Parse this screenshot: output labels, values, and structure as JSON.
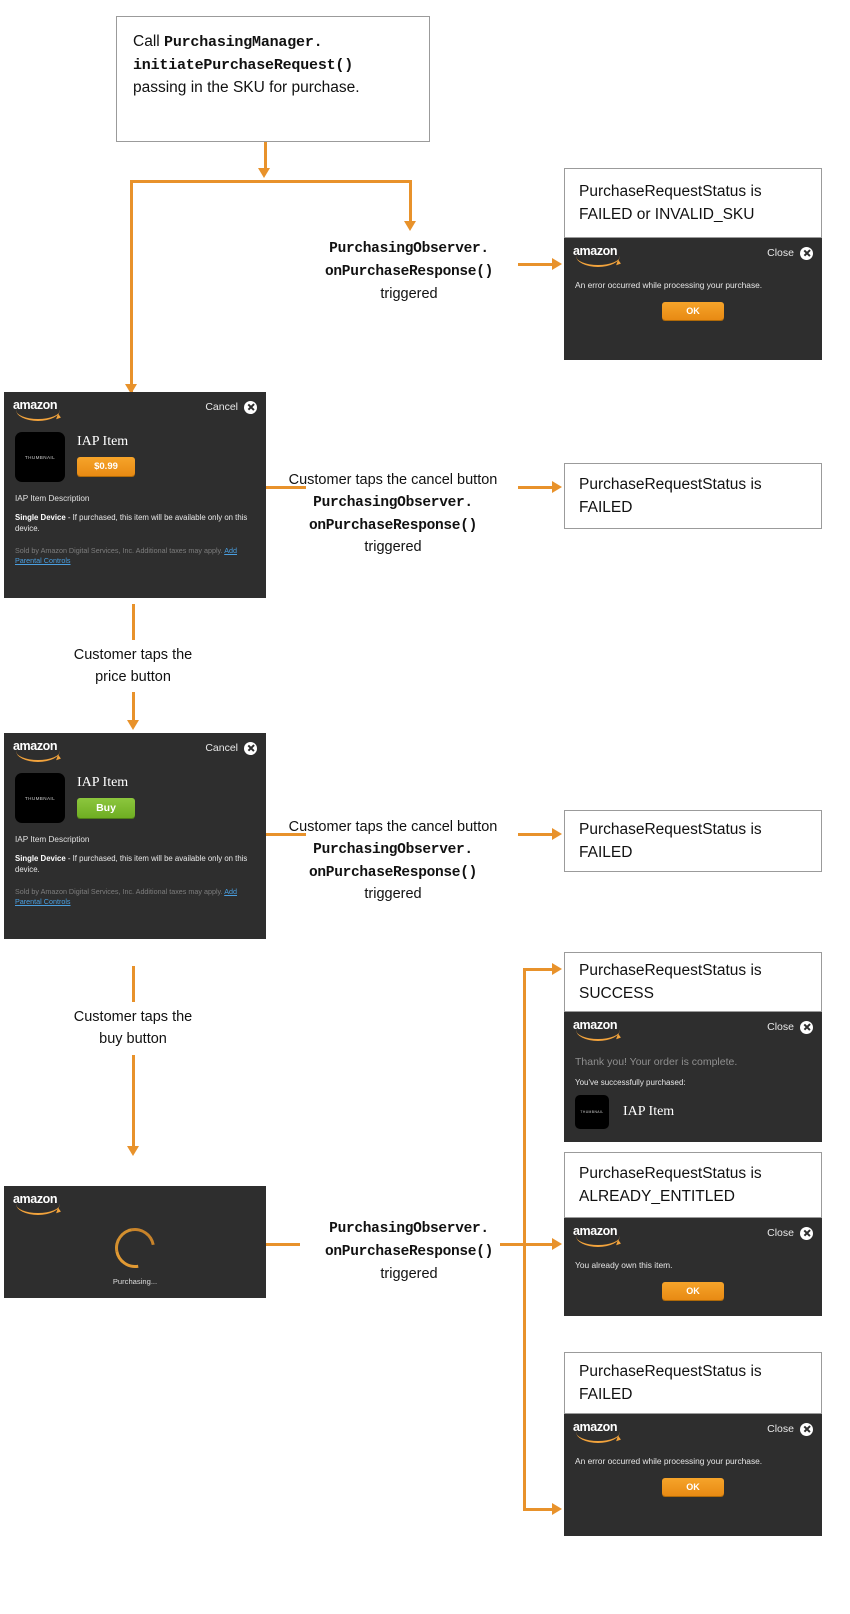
{
  "diagram": {
    "title": "Amazon In-App Purchasing flow",
    "accent_color": "#e8922b",
    "dialog_bg": "#2e2e2e"
  },
  "start_box": {
    "line1_plain": "Call ",
    "line1_code": "PurchasingManager.",
    "line2_code": "initiatePurchaseRequest()",
    "line3_plain": "passing in the SKU for purchase."
  },
  "labels": {
    "observer_top": {
      "code1": "PurchasingObserver.",
      "code2": "onPurchaseResponse()",
      "plain": "triggered"
    },
    "cancel_price": {
      "plain_top": "Customer taps the cancel button",
      "code1": "PurchasingObserver.",
      "code2": "onPurchaseResponse()",
      "plain": "triggered"
    },
    "cancel_buy": {
      "plain_top": "Customer taps the cancel button",
      "code1": "PurchasingObserver.",
      "code2": "onPurchaseResponse()",
      "plain": "triggered"
    },
    "taps_price": "Customer taps the\nprice button",
    "taps_price_l1": "Customer taps the",
    "taps_price_l2": "price button",
    "taps_buy_l1": "Customer taps the",
    "taps_buy_l2": "buy button",
    "observer_bottom": {
      "code1": "PurchasingObserver.",
      "code2": "onPurchaseResponse()",
      "plain": "triggered"
    }
  },
  "status_boxes": {
    "failed_invalid": {
      "line1": "PurchaseRequestStatus is",
      "line2": "FAILED or INVALID_SKU"
    },
    "failed_price": {
      "line1": "PurchaseRequestStatus is",
      "line2": "FAILED"
    },
    "failed_buy": {
      "line1": "PurchaseRequestStatus is",
      "line2": "FAILED"
    },
    "success": {
      "line1": "PurchaseRequestStatus is",
      "line2": "SUCCESS"
    },
    "already_entitled": {
      "line1": "PurchaseRequestStatus is",
      "line2": "ALREADY_ENTITLED"
    },
    "failed_final": {
      "line1": "PurchaseRequestStatus is",
      "line2": "FAILED"
    }
  },
  "dialogs": {
    "error_top": {
      "brand": "amazon",
      "close_label": "Close",
      "message": "An error occurred while processing your purchase.",
      "ok_label": "OK"
    },
    "price_item": {
      "brand": "amazon",
      "cancel_label": "Cancel",
      "thumbnail_label": "THUMBNAIL",
      "item_title": "IAP Item",
      "price": "$0.99",
      "description": "IAP Item Description",
      "single_device_bold": "Single Device",
      "single_device_rest": " - If purchased, this item will be available only on this device.",
      "sold_by": "Sold by Amazon Digital Services, Inc. Additional taxes may apply. ",
      "parental_link": "Add Parental Controls"
    },
    "buy_item": {
      "brand": "amazon",
      "cancel_label": "Cancel",
      "thumbnail_label": "THUMBNAIL",
      "item_title": "IAP Item",
      "buy_label": "Buy",
      "description": "IAP Item Description",
      "single_device_bold": "Single Device",
      "single_device_rest": " - If purchased, this item will be available only on this device.",
      "sold_by": "Sold by Amazon Digital Services, Inc. Additional taxes may apply. ",
      "parental_link": "Add Parental Controls"
    },
    "purchasing": {
      "brand": "amazon",
      "status_text": "Purchasing..."
    },
    "success": {
      "brand": "amazon",
      "close_label": "Close",
      "thanks": "Thank you! Your order is complete.",
      "subtitle": "You've successfully purchased:",
      "thumbnail_label": "THUMBNAIL",
      "item_title": "IAP Item"
    },
    "already_entitled": {
      "brand": "amazon",
      "close_label": "Close",
      "message": "You already own this item.",
      "ok_label": "OK"
    },
    "error_final": {
      "brand": "amazon",
      "close_label": "Close",
      "message": "An error occurred while processing your purchase.",
      "ok_label": "OK"
    }
  }
}
